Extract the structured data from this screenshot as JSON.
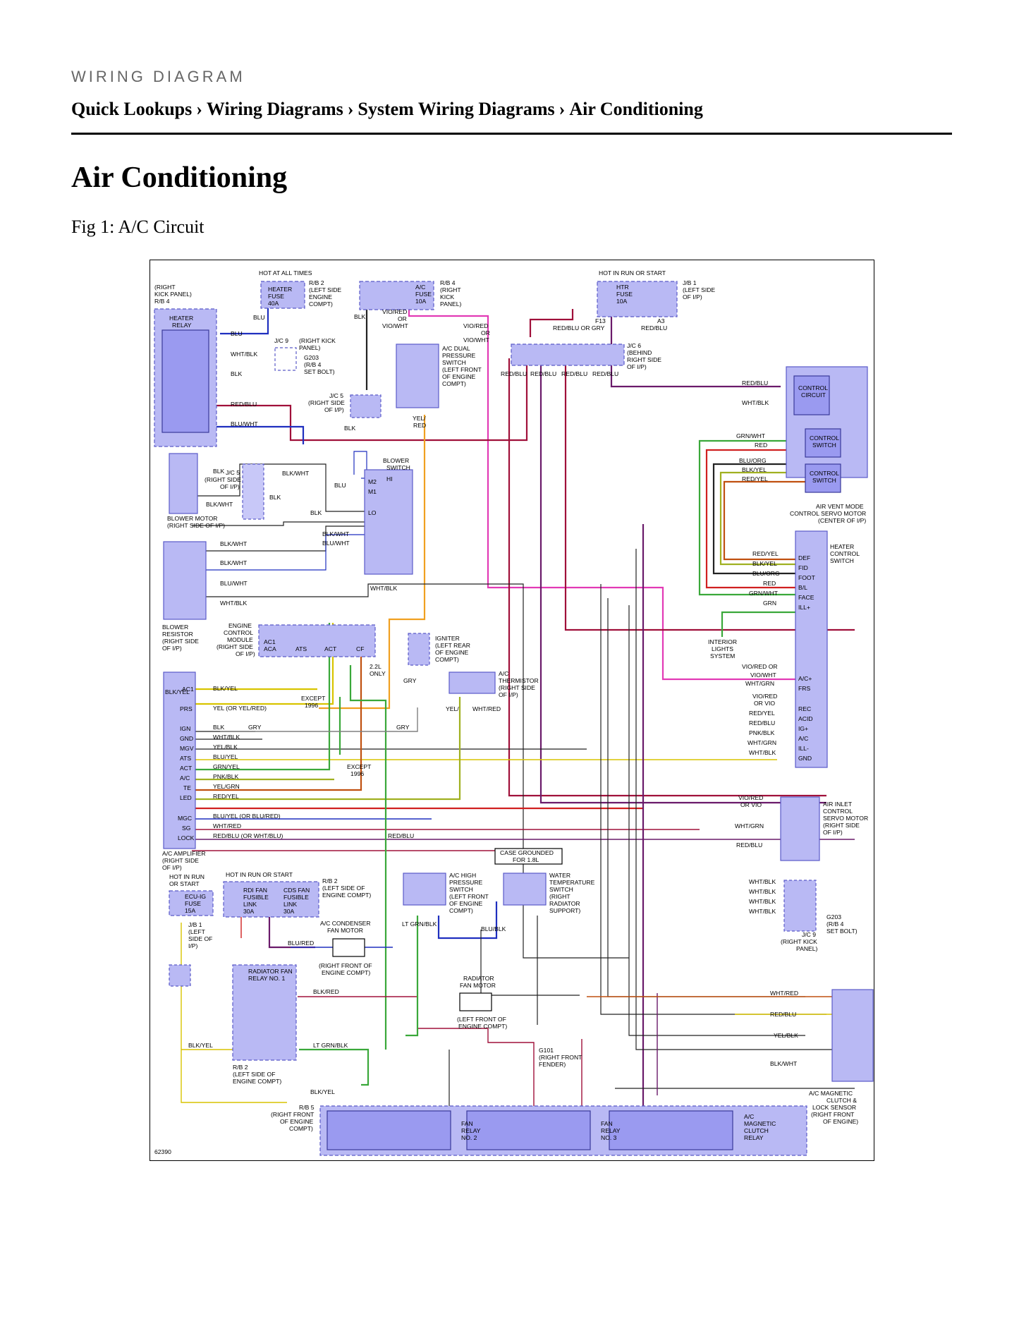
{
  "header": {
    "kicker": "WIRING DIAGRAM",
    "breadcrumb": [
      {
        "label": "Quick Lookups"
      },
      {
        "label": "Wiring Diagrams"
      },
      {
        "label": "System Wiring Diagrams"
      },
      {
        "label": "Air Conditioning"
      }
    ],
    "separator": "›"
  },
  "page_title": "Air Conditioning",
  "figure_caption": "Fig 1: A/C Circuit",
  "diagram": {
    "figure_id": "62390",
    "colors": {
      "component_fill": "#b9b9f4",
      "component_border": "#5a5ac8",
      "wire_blu": "#1f2fbf",
      "wire_red_blu": "#a0103a",
      "wire_vio": "#6a1a6a",
      "wire_pink": "#e23ab5",
      "wire_orange": "#f0a020",
      "wire_green": "#3aa83a",
      "wire_yellow": "#d8c400",
      "wire_olive": "#a0b020",
      "wire_gray": "#808080",
      "wire_red": "#d02020",
      "wire_brown": "#c05010",
      "wire_black": "#222222"
    },
    "blocks": {
      "heater_fuse": [
        "HEATER",
        "FUSE",
        "40A"
      ],
      "rb2_top": [
        "R/B 2",
        "(LEFT SIDE",
        "ENGINE",
        "COMPT)"
      ],
      "hot_at_all_times": "HOT AT ALL TIMES",
      "ac_fuse": [
        "A/C",
        "FUSE",
        "10A"
      ],
      "rb4_top": [
        "R/B 4",
        "(RIGHT",
        "KICK",
        "PANEL)"
      ],
      "hot_in_run_or_start": "HOT IN RUN OR START",
      "htr_fuse": [
        "HTR",
        "FUSE",
        "10A"
      ],
      "jb1_top": [
        "J/B 1",
        "(LEFT SIDE",
        "OF I/P)"
      ],
      "heater_relay_loc": [
        "(RIGHT",
        "KICK PANEL)",
        "R/B 4"
      ],
      "heater_relay": [
        "HEATER",
        "RELAY"
      ],
      "jc9_top": [
        "J/C 9",
        "(RIGHT KICK",
        "PANEL)"
      ],
      "g203_top": [
        "G203",
        "(R/B 4",
        "SET BOLT)"
      ],
      "jc5_top": [
        "J/C 5",
        "(RIGHT SIDE",
        "OF I/P)"
      ],
      "dual_pressure": [
        "A/C DUAL",
        "PRESSURE",
        "SWITCH",
        "(LEFT FRONT",
        "OF ENGINE",
        "COMPT)"
      ],
      "jc6": [
        "J/C 6",
        "(BEHIND",
        "RIGHT SIDE",
        "OF I/P)"
      ],
      "control_circuit": [
        "CONTROL",
        "CIRCUIT"
      ],
      "control_switch": [
        "CONTROL",
        "SWITCH"
      ],
      "servo_motor": [
        "AIR VENT MODE",
        "CONTROL SERVO MOTOR",
        "(CENTER OF I/P)"
      ],
      "blower_switch": [
        "BLOWER",
        "SWITCH"
      ],
      "blower_switch_pins": [
        "HI",
        "M2",
        "M1",
        "LO"
      ],
      "jc5_mid": [
        "J/C 5",
        "(RIGHT SIDE",
        "OF I/P)"
      ],
      "blower_motor": [
        "BLOWER MOTOR",
        "(RIGHT SIDE OF I/P)"
      ],
      "blower_resistor": [
        "BLOWER",
        "RESISTOR",
        "(RIGHT SIDE",
        "OF I/P)"
      ],
      "heater_control_switch": [
        "HEATER",
        "CONTROL",
        "SWITCH"
      ],
      "hcs_terms": [
        "DEF",
        "FID",
        "FOOT",
        "B/L",
        "FACE",
        "ILL+",
        "A/C+",
        "FRS",
        "REC",
        "ACID",
        "IG+",
        "A/C",
        "ILL-",
        "GND"
      ],
      "interior_lights": [
        "INTERIOR",
        "LIGHTS",
        "SYSTEM"
      ],
      "ecm": [
        "ENGINE",
        "CONTROL",
        "MODULE",
        "(RIGHT SIDE",
        "OF I/P)"
      ],
      "ecm_pins": [
        "AC1",
        "ACA",
        "ATS",
        "ACT",
        "CF"
      ],
      "only_22l": [
        "2.2L",
        "ONLY"
      ],
      "except_1996": [
        "EXCEPT",
        "1996"
      ],
      "igniter": [
        "IGNITER",
        "(LEFT REAR",
        "OF ENGINE",
        "COMPT)"
      ],
      "thermistor": [
        "A/C",
        "THERMISTOR",
        "(RIGHT SIDE",
        "OF I/P)"
      ],
      "ac_amplifier": [
        "A/C AMPLIFIER",
        "(RIGHT SIDE",
        "OF I/P)"
      ],
      "amp_terms": [
        "AC1",
        "PRS",
        "IGN",
        "GND",
        "MGV",
        "ATS",
        "ACT",
        "A/C",
        "TE",
        "LED",
        "MGC",
        "SG",
        "LOCK"
      ],
      "inlet_servo": [
        "AIR INLET",
        "CONTROL",
        "SERVO MOTOR",
        "(RIGHT SIDE",
        "OF I/P)"
      ],
      "case_grounded": [
        "CASE GROUNDED",
        "FOR 1.8L"
      ],
      "high_pressure": [
        "A/C HIGH",
        "PRESSURE",
        "SWITCH",
        "(LEFT FRONT",
        "OF ENGINE",
        "COMPT)"
      ],
      "water_temp": [
        "WATER",
        "TEMPERATURE",
        "SWITCH",
        "(RIGHT",
        "RADIATOR",
        "SUPPORT)"
      ],
      "hot_in_run_or_start_lower": [
        "HOT IN RUN",
        "OR START"
      ],
      "ecu_ig_fuse": [
        "ECU-IG",
        "FUSE",
        "15A"
      ],
      "jb1_lower": [
        "J/B 1",
        "(LEFT",
        "SIDE OF",
        "I/P)"
      ],
      "rdi_fan": [
        "RDI FAN",
        "FUSIBLE",
        "LINK",
        "30A"
      ],
      "cds_fan": [
        "CDS FAN",
        "FUSIBLE",
        "LINK",
        "30A"
      ],
      "rb2_lower": [
        "R/B 2",
        "(LEFT SIDE OF",
        "ENGINE COMPT)"
      ],
      "condenser_fan": [
        "A/C CONDENSER",
        "FAN MOTOR"
      ],
      "condenser_fan_loc": [
        "(RIGHT FRONT OF",
        "ENGINE COMPT)"
      ],
      "radiator_fan_relay": [
        "RADIATOR FAN",
        "RELAY NO. 1"
      ],
      "radiator_fan_motor": [
        "RADIATOR",
        "FAN MOTOR"
      ],
      "radiator_fan_loc": [
        "(LEFT FRONT OF",
        "ENGINE COMPT)"
      ],
      "g101": [
        "G101",
        "(RIGHT FRONT",
        "FENDER)"
      ],
      "g203_lower": [
        "G203",
        "(R/B 4",
        "SET BOLT)"
      ],
      "jc9_lower": [
        "J/C 9",
        "(RIGHT KICK",
        "PANEL)"
      ],
      "magnetic_clutch": [
        "A/C MAGNETIC",
        "CLUTCH &",
        "LOCK SENSOR",
        "(RIGHT FRONT",
        "OF ENGINE)"
      ],
      "rb2_relay_loc": [
        "R/B 2",
        "(LEFT SIDE OF",
        "ENGINE COMPT)"
      ],
      "rb5": [
        "R/B 5",
        "(RIGHT FRONT",
        "OF ENGINE",
        "COMPT)"
      ],
      "fan_relay_2": [
        "FAN",
        "RELAY",
        "NO. 2"
      ],
      "fan_relay_3": [
        "FAN",
        "RELAY",
        "NO. 3"
      ],
      "clutch_relay": [
        "A/C",
        "MAGNETIC",
        "CLUTCH",
        "RELAY"
      ]
    },
    "labels": {
      "blu": "BLU",
      "blk": "BLK",
      "vio_red_or": "VIO/RED",
      "or": "OR",
      "vio_wht": "VIO/WHT",
      "red_blu_or_gry": "RED/BLU OR GRY",
      "red_blu": "RED/BLU",
      "f13": "F13",
      "a3": "A3",
      "wht_blk": "WHT/BLK",
      "blu_wht": "BLU/WHT",
      "blk_wht": "BLK/WHT",
      "yel_red": "YEL/",
      "red": "RED",
      "grn_wht": "GRN/WHT",
      "blu_org": "BLU/ORG",
      "blk_yel": "BLK/YEL",
      "red_yel": "RED/YEL",
      "grn": "GRN",
      "vio_red": "VIO/RED",
      "or_vio": "OR VIO",
      "vio_red_or_vio_wht": "VIO/RED OR",
      "pnk_blk": "PNK/BLK",
      "wht_grn": "WHT/GRN",
      "yel_or_yel_red": "YEL (OR YEL/RED)",
      "yel_blk": "YEL/BLK",
      "blu_yel": "BLU/YEL",
      "grn_yel": "GRN/YEL",
      "yel_grn": "YEL/GRN",
      "blu_yel_or_blu_red": "BLU/YEL (OR BLU/RED)",
      "wht_red": "WHT/RED",
      "red_blu_or_wht_blu": "RED/BLU (OR WHT/BLU)",
      "gry": "GRY",
      "blk_red": "BLK/RED",
      "blu_red": "BLU/RED",
      "lt_grn_blk": "LT GRN/BLK",
      "blu_blk": "BLU/BLK"
    }
  }
}
